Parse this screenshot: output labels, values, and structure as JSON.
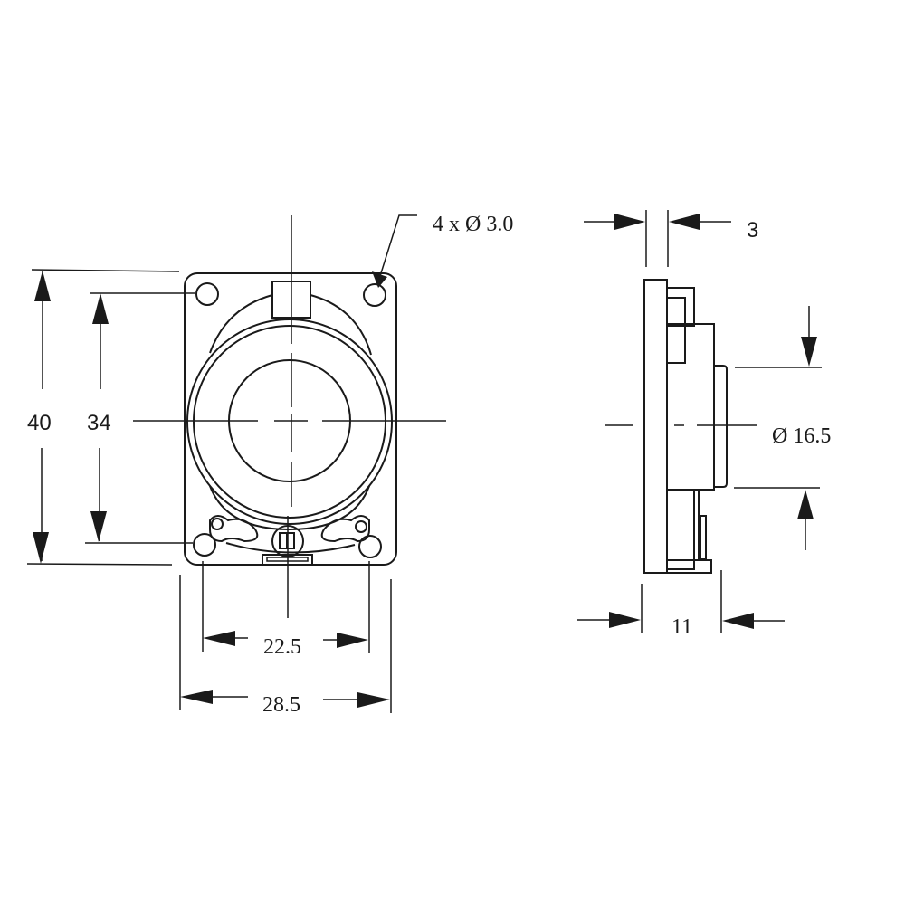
{
  "drawing": {
    "subject": "speaker dimension drawing",
    "front_view": {
      "mounting_holes_label": "4 x Ø 3.0",
      "dim_height_outer": "40",
      "dim_height_holes": "34",
      "dim_width_holes": "22.5",
      "dim_width_outer": "28.5"
    },
    "side_view": {
      "dim_flange_thickness": "3",
      "dim_diameter": "Ø 16.5",
      "dim_depth": "11"
    }
  }
}
